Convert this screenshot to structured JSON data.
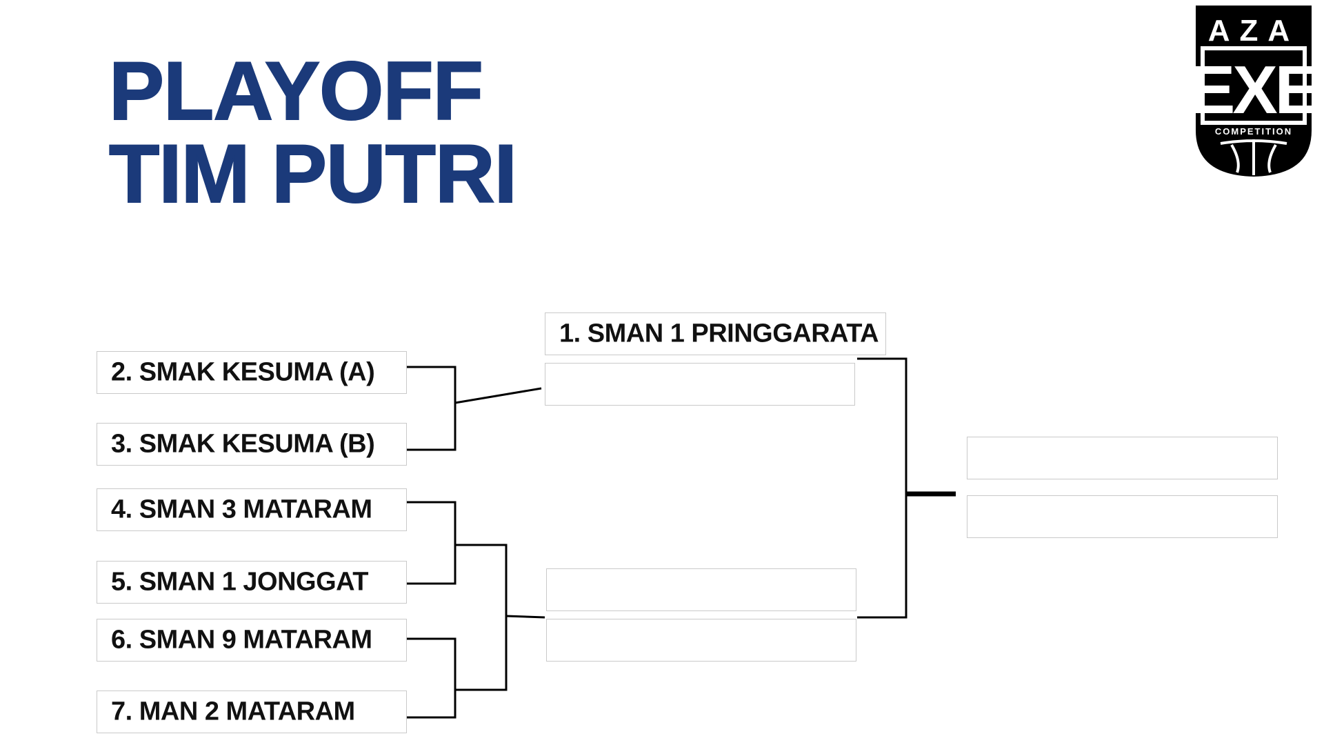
{
  "header": {
    "title_line_1": "PLAYOFF",
    "title_line_2": "TIM PUTRI"
  },
  "logo": {
    "top_text": "AZA",
    "main_text": "EXE",
    "sub_text": "COMPETITION",
    "icon": "basketball-shield-logo"
  },
  "bracket": {
    "round_1": [
      "2. SMAK KESUMA (A)",
      "3. SMAK KESUMA (B)",
      "4. SMAN 3 MATARAM",
      "5. SMAN 1 JONGGAT",
      "6. SMAN 9 MATARAM",
      "7. MAN 2 MATARAM"
    ],
    "bye": "1. SMAN 1 PRINGGARATA",
    "semifinal": [
      "",
      "",
      ""
    ],
    "final": [
      "",
      ""
    ]
  },
  "colors": {
    "title": "#1b3a7a",
    "text": "#111111",
    "lines": "#000000",
    "box_border": "#c9c9c9"
  }
}
